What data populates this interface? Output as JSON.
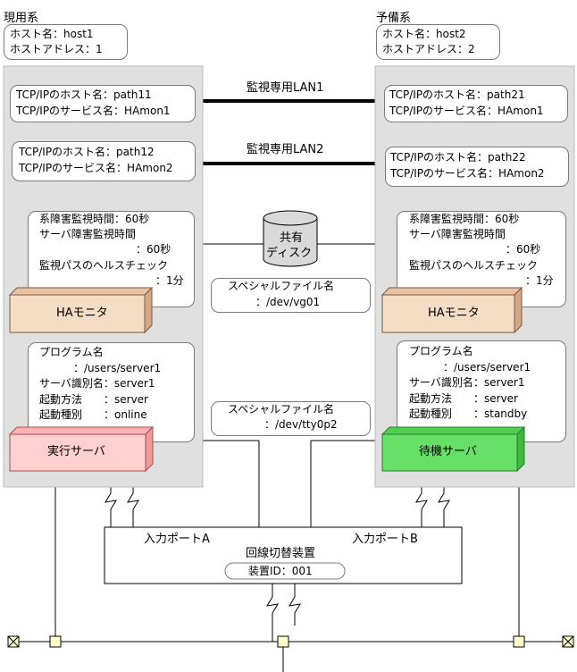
{
  "left_system": {
    "title": "現用系",
    "host_info": [
      "ホスト名：host1",
      "ホストアドレス：1"
    ],
    "lan1_box": [
      "TCP/IPのホスト名：path11",
      "TCP/IPのサービス名：HAmon1"
    ],
    "lan2_box": [
      "TCP/IPのホスト名：path12",
      "TCP/IPのサービス名：HAmon2"
    ],
    "monitor_settings": [
      "系障害監視時間：60秒",
      "サーバ障害監視時間",
      "　　　　：60秒",
      "監視パスのヘルスチェック",
      "　　　　　：1分"
    ],
    "ha_monitor_label": "HAモニタ",
    "program_info": [
      "プログラム名",
      "　　：/users/server1",
      "サーバ識別名：server1",
      "起動方法　　：server",
      "起動種別　　：online"
    ],
    "server_label": "実行サーバ"
  },
  "right_system": {
    "title": "予備系",
    "host_info": [
      "ホスト名：host2",
      "ホストアドレス：2"
    ],
    "lan1_box": [
      "TCP/IPのホスト名：path21",
      "TCP/IPのサービス名：HAmon1"
    ],
    "lan2_box": [
      "TCP/IPのホスト名：path22",
      "TCP/IPのサービス名：HAmon2"
    ],
    "monitor_settings": [
      "系障害監視時間：60秒",
      "サーバ障害監視時間",
      "　　　　：60秒",
      "監視パスのヘルスチェック",
      "　　　　　：1分"
    ],
    "ha_monitor_label": "HAモニタ",
    "program_info": [
      "プログラム名",
      "　　：/users/server1",
      "サーバ識別名：server1",
      "起動方法　　：server",
      "起動種別　　：standby"
    ],
    "server_label": "待機サーバ"
  },
  "lan1_label": "監視専用LAN1",
  "lan2_label": "監視専用LAN2",
  "shared_disk": {
    "label_line1": "共有",
    "label_line2": "ディスク"
  },
  "special_file_1": [
    "スペシャルファイル名",
    "：/dev/vg01"
  ],
  "special_file_2": [
    "スペシャルファイル名",
    "：/dev/tty0p2"
  ],
  "line_switcher": {
    "port_a": "入力ポートA",
    "port_b": "入力ポートB",
    "name": "回線切替装置",
    "device_id": "装置ID：001"
  },
  "colors": {
    "panel_gray": "#e0e0e0",
    "ha_monitor": "#f5dcc5",
    "active_server": "#ffd0d0",
    "standby_server": "#66e066",
    "node_fill": "#ffffcc"
  }
}
